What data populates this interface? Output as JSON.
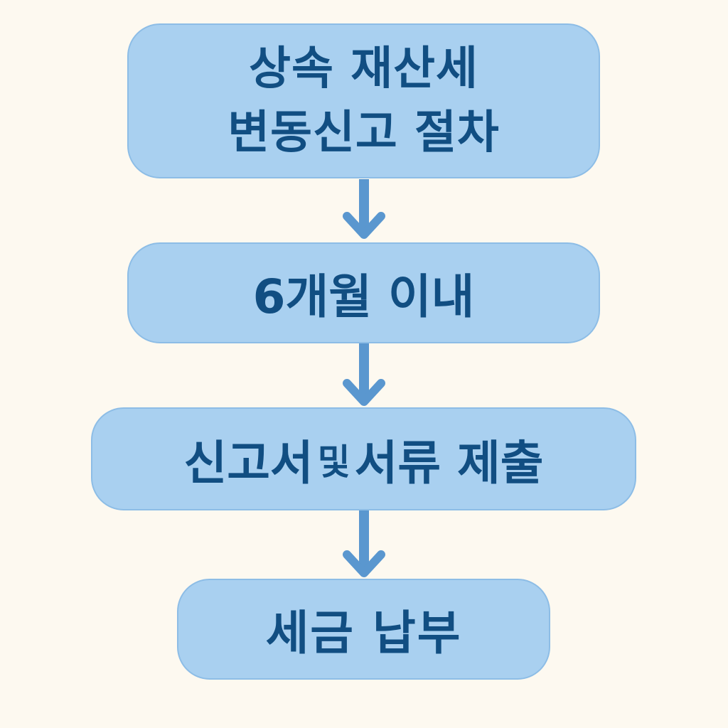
{
  "colors": {
    "background": "#FDF9F0",
    "box_fill": "#A9D0F0",
    "box_border": "#8DBDE6",
    "text": "#114E82",
    "arrow": "#5A97CF"
  },
  "steps": [
    {
      "lines": [
        "상속 재산세",
        "변동신고 절차"
      ]
    },
    {
      "label": "6개월 이내"
    },
    {
      "label_before": "신고서",
      "label_small": "및",
      "label_after": "서류 제출"
    },
    {
      "label": "세금 납부"
    }
  ],
  "arrow_icon": "arrow-down-icon"
}
